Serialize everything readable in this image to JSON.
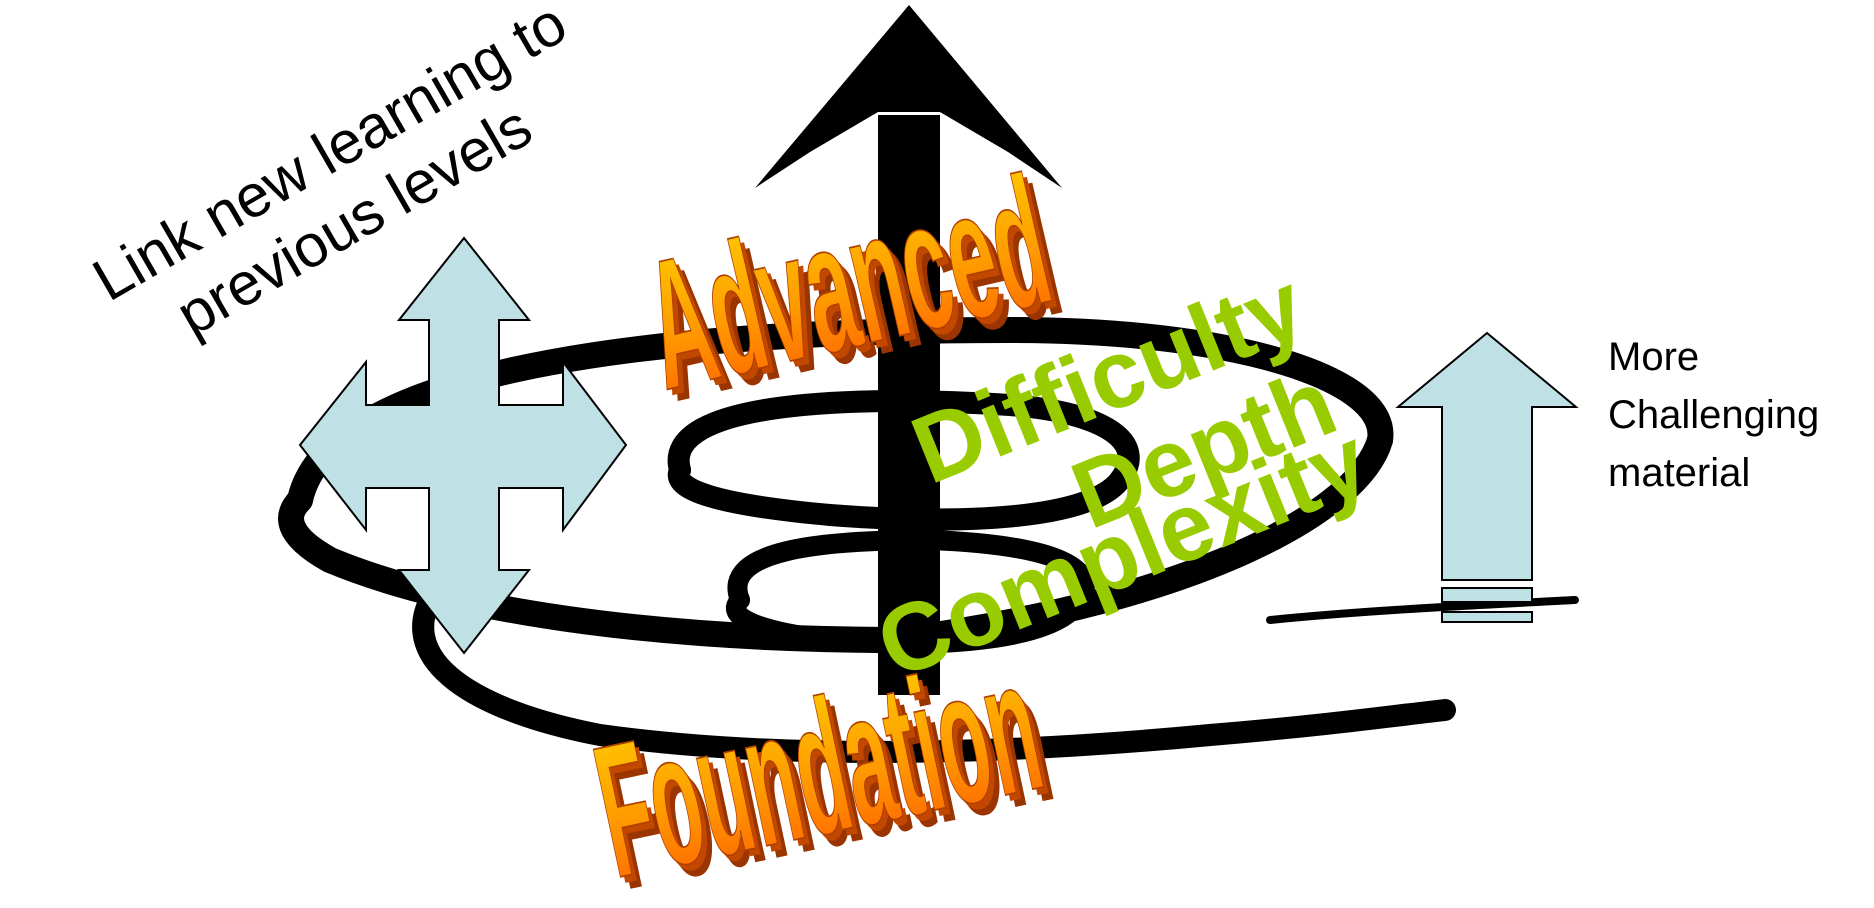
{
  "diagram": {
    "labels": {
      "link": [
        "Link new learning to",
        "previous levels"
      ],
      "challenge": [
        "More",
        "Challenging",
        "material"
      ],
      "advanced": "Advanced",
      "foundation": "Foundation",
      "difficulty": "Difficulty",
      "depth": "Depth",
      "complexity": "Complexity"
    },
    "colors": {
      "spiral": "#000000",
      "arrow_fill": "#bfe0e4",
      "green_text": "#99cc00",
      "wordart_top": "#ffd200",
      "wordart_bottom": "#ff5a00",
      "wordart_shadow": "#a03a00"
    },
    "icons": [
      "main-up-arrow",
      "four-way-arrow-icon",
      "up-arrow-icon"
    ]
  }
}
